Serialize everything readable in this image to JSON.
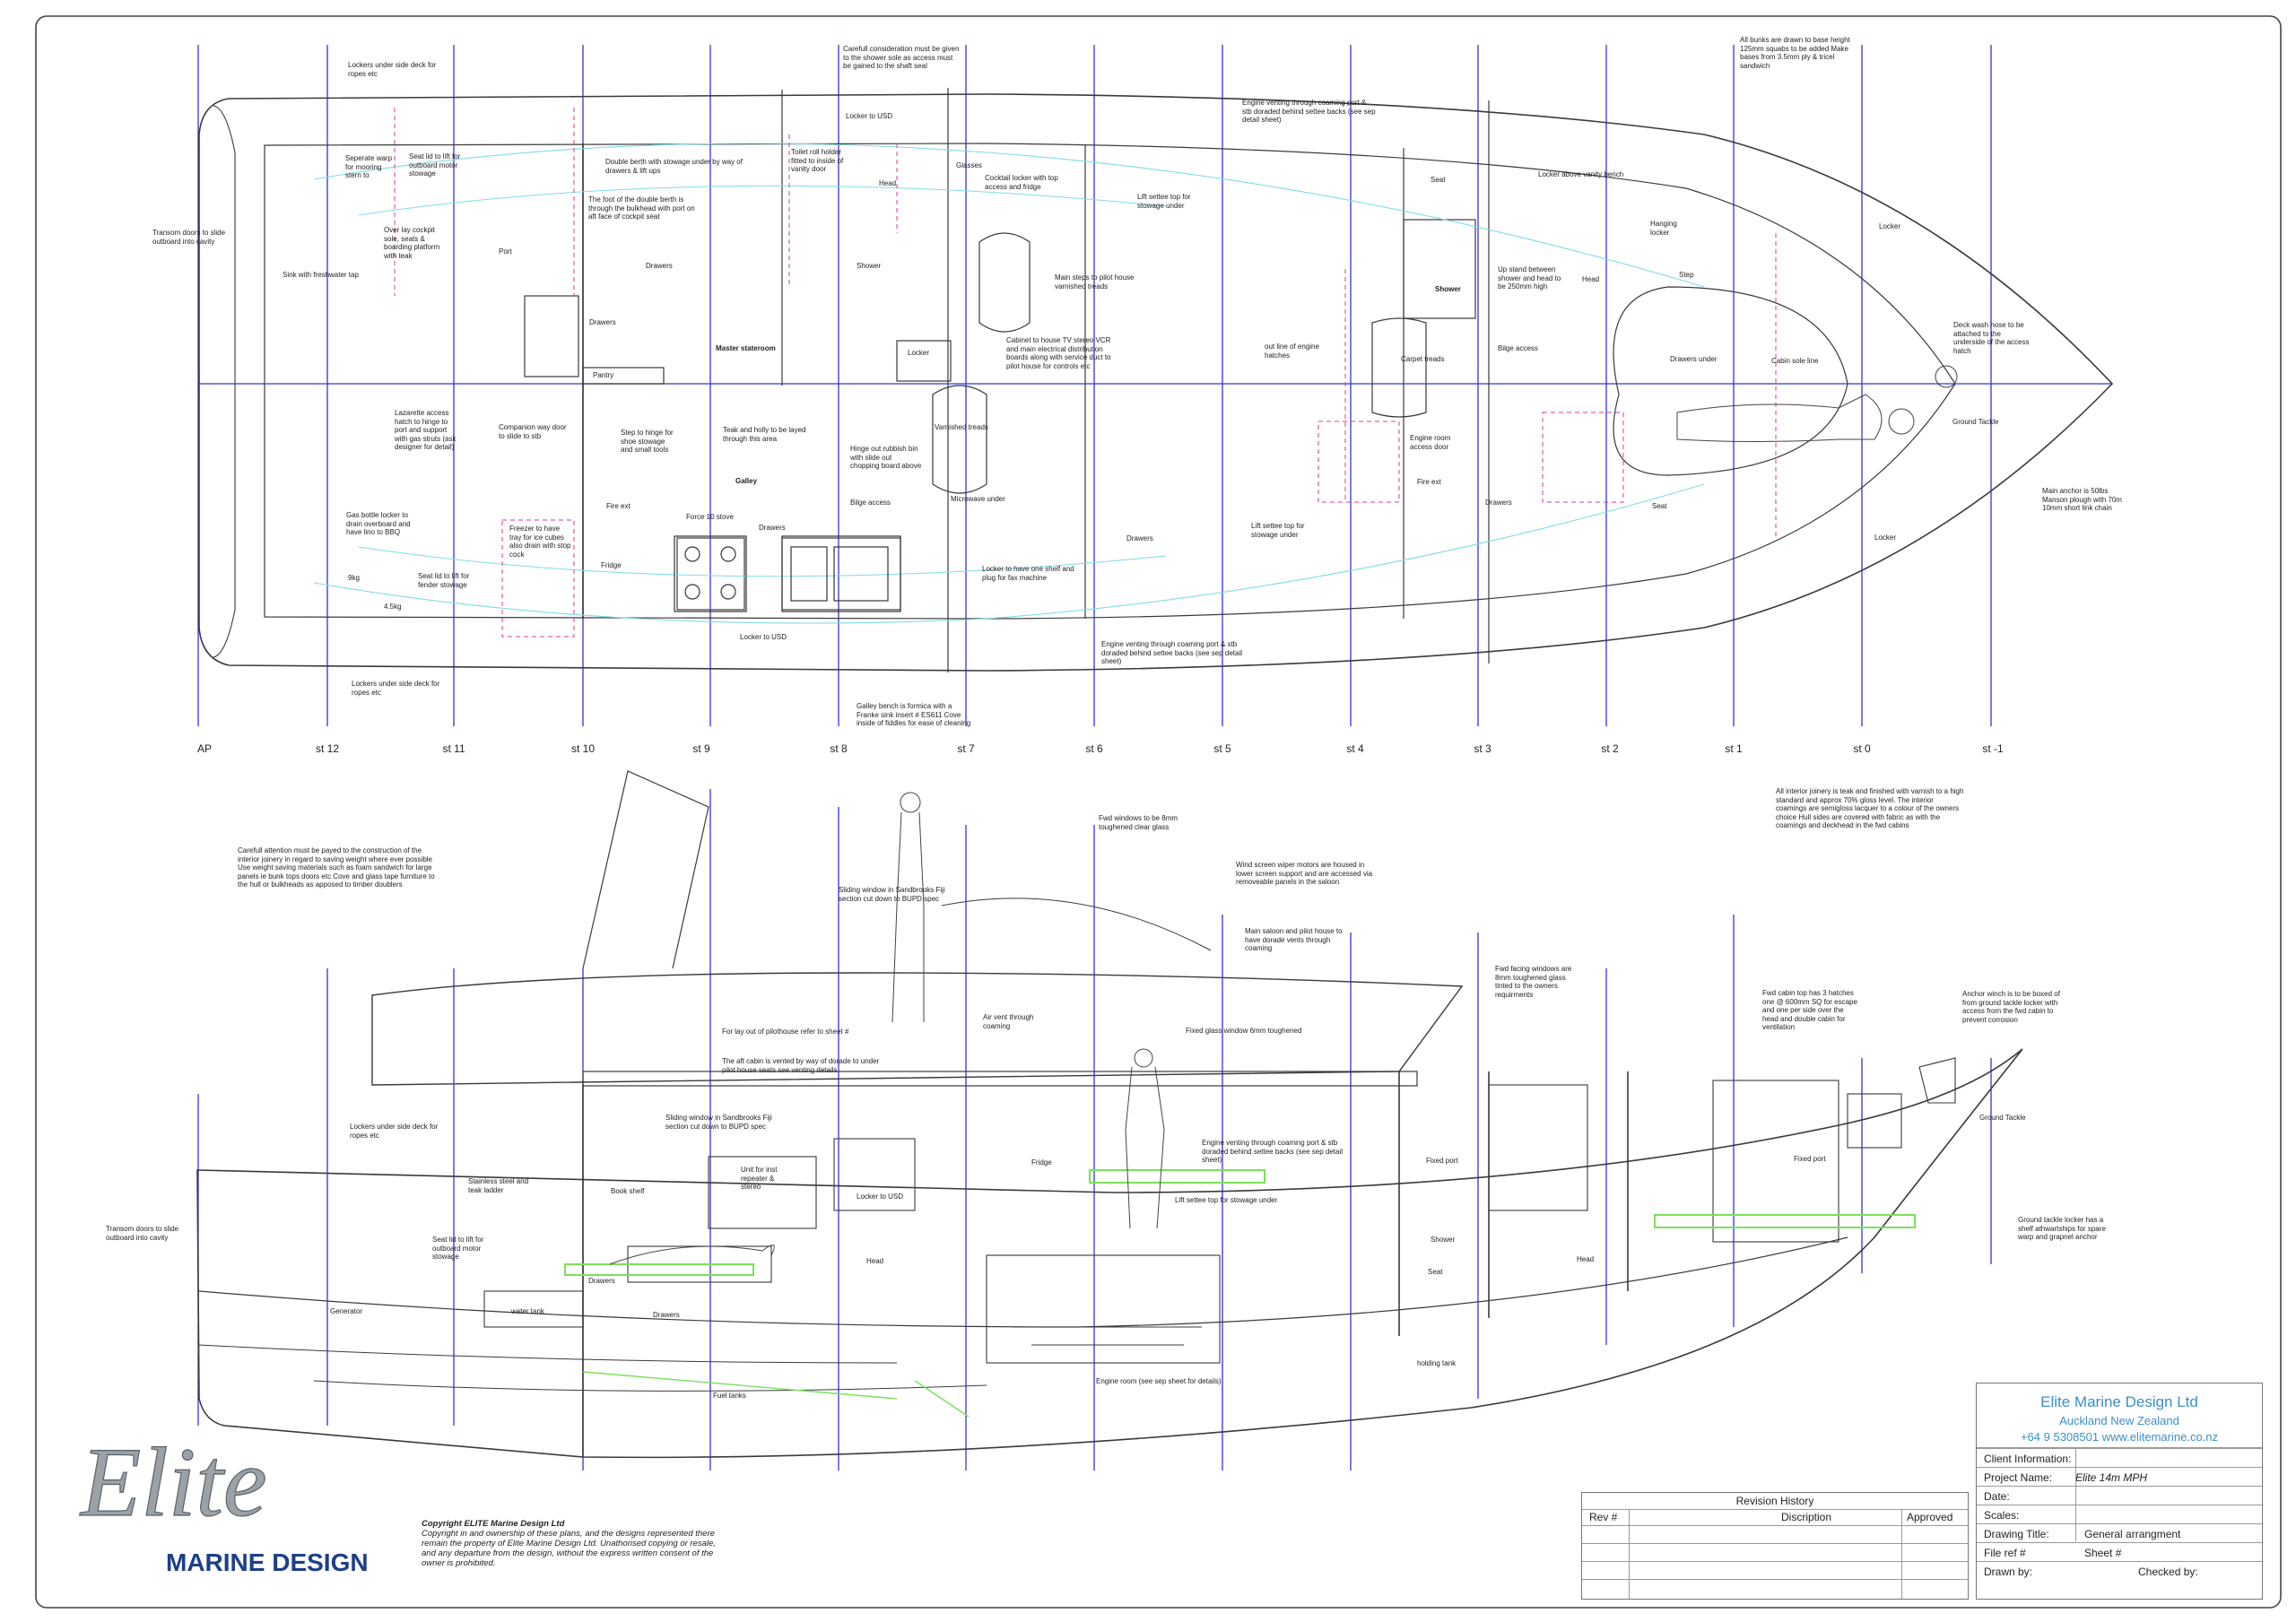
{
  "stations": [
    "AP",
    "st 12",
    "st 11",
    "st 10",
    "st 9",
    "st 8",
    "st 7",
    "st 6",
    "st 5",
    "st 4",
    "st 3",
    "st 2",
    "st 1",
    "st 0",
    "st -1"
  ],
  "plan_notes": {
    "lockers_under_side_deck_top": "Lockers under side deck for ropes etc",
    "shower_sole": "Carefull consideration must be given to the shower sole as access must be gained to the shaft seal",
    "locker_to_usd_top": "Locker to USD",
    "engine_venting_top": "Engine venting through coaming port & stb doraded behind settee backs (see sep detail sheet)",
    "bunks": "All bunks are drawn to base height 125mm squabs to be added Make bases from 3.5mm ply & tricel sandwich",
    "seperate_warp": "Seperate warp for mooring stern to",
    "seat_lid_outboard": "Seat lid to lift for outboard motor stowage",
    "double_berth": "Double berth with stowage under by way of drawers & lift ups",
    "toilet_roll": "Toilet roll holder fitted to inside of vanity door",
    "head_fwd": "Head",
    "glasses": "Glasses",
    "cocktail_locker": "Cocktail locker with top access and fridge",
    "lift_settee_top": "Lift settee top for stowage under",
    "seat_fwd": "Seat",
    "locker_above_vanity": "Locker above vanity bench",
    "hanging_locker": "Hanging locker",
    "locker_fwd_top": "Locker",
    "transom_doors_plan": "Transom doors to slide outboard into cavity",
    "sink_freshwater": "Sink with freshwater tap",
    "over_lay_cockpit": "Over lay cockpit sole, seats & boarding platform with teak",
    "port": "Port",
    "foot_double_berth": "The foot of the double berth is through the bulkhead with port on aft face of cockpit seat",
    "drawers_1": "Drawers",
    "shower_plan": "Shower",
    "main_steps": "Main steps to pilot house varnished treads",
    "shower_b": "Shower",
    "up_stand": "Up stand between shower and head to be 250mm high",
    "head_2": "Head",
    "step": "Step",
    "deck_wash": "Deck wash hose to be attached to the underside of the access hatch",
    "drawers_2": "Drawers",
    "master_stateroom": "Master stateroom",
    "locker_mid": "Locker",
    "cabinet_tv": "Cabinet to house TV stereo VCR and main electrical distribution boards along with service duct to pilot house for controls etc",
    "out_line_hatches": "out line of engine hatches",
    "carpet_treads": "Carpet treads",
    "bilge_access": "Bilge access",
    "drawers_under": "Drawers under",
    "cabin_sole_line": "Cabin sole line",
    "pantry": "Pantry",
    "lazarette": "Lazarette access hatch to hinge to port and support with gas struts (ask designer for detail)",
    "companion_way": "Companion way door to slide to stb",
    "step_to_hinge": "Step to hinge for shoe stowage and small tools",
    "teak_holly": "Teak and holly to be layed through this area",
    "hinge_out_rubbish": "Hinge out rubbish bin with slide out chopping board above",
    "varnished_treads": "Varnished treads",
    "engine_room_access": "Engine room access door",
    "ground_tackle_plan": "Ground Tackle",
    "galley": "Galley",
    "fire_ext_1": "Fire ext",
    "fire_ext_2": "Fire ext",
    "main_anchor": "Main anchor is 50lbs Manson plough with 70m 10mm short link chain",
    "gas_bottle": "Gas bottle locker to drain overboard and have lino to BBQ",
    "freezer": "Freezer to have tray for ice cubes also drain with stop cock",
    "force10": "Force 10 stove",
    "drawers_3": "Drawers",
    "bilge_access_2": "Bilge access",
    "microwave": "Microwave under",
    "drawers_4": "Drawers",
    "drawers_5": "Drawers",
    "seat_2": "Seat",
    "fridge_plan": "Fridge",
    "lift_settee_top_2": "Lift settee top for stowage under",
    "locker_fwd_bot": "Locker",
    "kg9": "9kg",
    "kg45": "4.5kg",
    "seat_lid_fender": "Seat lid to lift for fender stowage",
    "locker_one_shelf": "Locker to have one shelf and plug for fax machine",
    "locker_to_usd_bot": "Locker to USD",
    "engine_venting_bot": "Engine venting through coaming port & stb doraded behind settee backs (see sep detail sheet)",
    "lockers_under_side_deck_bot": "Lockers under side deck for ropes etc",
    "galley_bench": "Galley bench is formica with a Franke sink insert # ES611 Cove inside of fiddles for ease of cleaning"
  },
  "profile_notes": {
    "all_interior": "All interior joinery is teak and finished with varnish to a high standard and approx 70% gloss level. The interior coamings are semigloss lacquer to a colour of the owners choice Hull sides are covered with fabric as with the coamings and deckhead in the fwd cabins",
    "fwd_windows": "Fwd windows to be 8mm toughened clear glass",
    "carefull_attention": "Carefull attention must be payed to the construction of the interior joinery in regard to saving weight where ever possible Use weight saving materials such as foam sandwich for large panels ie bunk tops doors etc Cove and glass tape furniture to the hull or bulkheads as apposed to timber doublers",
    "wind_screen": "Wind screen wiper motors are housed in lower screen support and are accessed via removeable panels in the saloon",
    "sliding_window_1": "Sliding window in Sandbrooks Fiji section cut down to BUPD spec",
    "main_saloon": "Main saloon and pilot house to have dorade vents through coaming",
    "fwd_facing": "Fwd facing windows are 8mm toughened glass tinted to the owners requirments",
    "fwd_cabin_top": "Fwd cabin top has 3 hatches one @ 600mm SQ for escape and one per side over the head and double cabin for ventilation",
    "anchor_winch": "Anchor winch is to be boxed of from ground tackle locker with access from the fwd cabin to prevent corrosion",
    "lay_out_pilothouse": "For lay out of pilothouse refer to sheet #",
    "air_vent": "Air vent through coaming",
    "fixed_glass": "Fixed glass window 6mm toughened",
    "aft_cabin_vented": "The aft cabin is vented by way of dorade to under pilot house seats see venting details",
    "sliding_window_2": "Sliding window in Sandbrooks Fiji section cut down to BUPD spec",
    "lockers_under_profile": "Lockers under side deck for ropes etc",
    "engine_venting_profile": "Engine venting through coaming port & stb doraded behind settee backs (see sep detail sheet)",
    "fixed_port_1": "Fixed port",
    "fixed_port_2": "Fixed port",
    "ground_tackle": "Ground Tackle",
    "stainless_ladder": "Stainless steel and teak ladder",
    "book_shelf": "Book shelf",
    "unit_inst": "Unit for inst repeater & stereo",
    "fridge": "Fridge",
    "locker_to_usd": "Locker to USD",
    "lift_settee_profile": "Lift settee top for stowage under",
    "shower_profile": "Shower",
    "ground_tackle_locker": "Ground tackle locker has a shelf athwartships for spare warp and grapnel anchor",
    "transom_doors_profile": "Transom doors to slide outboard into cavity",
    "seat_lid_profile": "Seat lid to lift for outboard motor stowage",
    "head_profile_1": "Head",
    "head_profile_2": "Head",
    "seat_profile": "Seat",
    "drawers_p1": "Drawers",
    "generator": "Generator",
    "water_tank": "water tank",
    "drawers_p2": "Drawers",
    "holding_tank": "holding tank",
    "fuel_tanks": "Fuel tanks",
    "engine_room": "Engine room (see sep sheet for details)"
  },
  "title_block": {
    "firm": "Elite Marine Design Ltd",
    "location": "Auckland New Zealand",
    "contact": "+64 9 5308501 www.elitemarine.co.nz",
    "client_label": "Client Information:",
    "project_label": "Project Name:",
    "project_value": "Elite 14m MPH",
    "date_label": "Date:",
    "scales_label": "Scales:",
    "drawing_title_label": "Drawing Title:",
    "drawing_title_value": "General arrangment",
    "file_ref_label": "File ref #",
    "sheet_label": "Sheet #",
    "drawn_by_label": "Drawn by:",
    "checked_by_label": "Checked by:"
  },
  "revision": {
    "title": "Revision History",
    "col_rev": "Rev #",
    "col_desc": "Discription",
    "col_approved": "Approved"
  },
  "logo": {
    "script": "Elite",
    "sub": "MARINE DESIGN"
  },
  "copyright": {
    "title": "Copyright ELITE Marine Design Ltd",
    "body": "Copyright in and ownership of these plans, and the designs represented there remain the property of Elite Marine Design Ltd. Unathorised copying or resale, and any departure from the design, without the express written consent of the owner is prohibited."
  },
  "colors": {
    "lines": "#3a3a3a",
    "stations": "#2f2fd0",
    "dashed": "#d63aa0",
    "cyan": "#7fdde6",
    "green": "#7be05a",
    "firm": "#3a8fc9"
  }
}
